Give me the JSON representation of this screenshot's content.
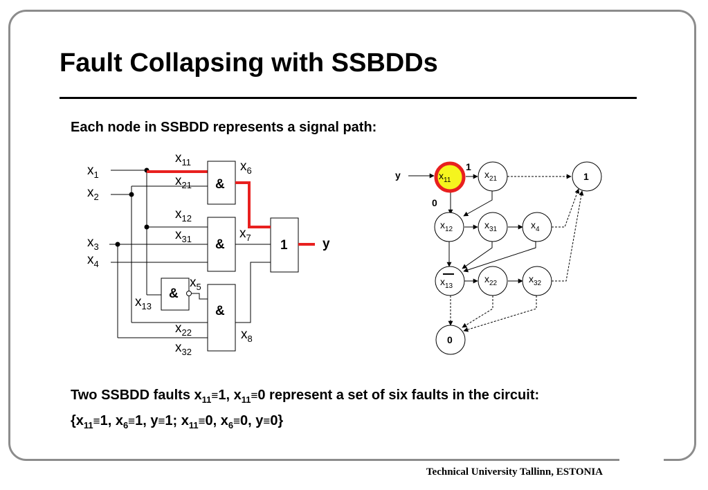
{
  "slide": {
    "title": "Fault Collapsing with SSBDDs",
    "subtitle": "Each node in SSBDD represents a signal path:",
    "footer_line1": {
      "pre": "Two SSBDD faults x",
      "s1": "11",
      "mid1": "1, x",
      "s2": "11",
      "mid2": "0 represent a set of six faults in the circuit:"
    },
    "footer_line2": {
      "open": "{x",
      "s1": "11",
      "t1": "1, x",
      "s2": "6",
      "t2": "1, y",
      "t3": "1; x",
      "s3": "11",
      "t4": "0, x",
      "s4": "6",
      "t5": "0, y",
      "t6": "0}"
    },
    "equiv_symbol": "≡",
    "institution": "Technical University Tallinn, ESTONIA"
  },
  "circuit": {
    "inputs": {
      "x1": {
        "base": "x",
        "sub": "1"
      },
      "x2": {
        "base": "x",
        "sub": "2"
      },
      "x3": {
        "base": "x",
        "sub": "3"
      },
      "x4": {
        "base": "x",
        "sub": "4"
      }
    },
    "branches": {
      "x11": {
        "base": "x",
        "sub": "11"
      },
      "x21": {
        "base": "x",
        "sub": "21"
      },
      "x12": {
        "base": "x",
        "sub": "12"
      },
      "x31": {
        "base": "x",
        "sub": "31"
      },
      "x13": {
        "base": "x",
        "sub": "13"
      },
      "x22": {
        "base": "x",
        "sub": "22"
      },
      "x32": {
        "base": "x",
        "sub": "32"
      }
    },
    "internal": {
      "x5": {
        "base": "x",
        "sub": "5"
      },
      "x6": {
        "base": "x",
        "sub": "6"
      },
      "x7": {
        "base": "x",
        "sub": "7"
      },
      "x8": {
        "base": "x",
        "sub": "8"
      }
    },
    "gates": {
      "and": "&",
      "or": "1"
    },
    "output": "y",
    "highlight_color": "#e8201f"
  },
  "ssbdd": {
    "root_label": "y",
    "nodes": {
      "x11": {
        "base": "x",
        "sub": "11"
      },
      "x21": {
        "base": "x",
        "sub": "21"
      },
      "x12": {
        "base": "x",
        "sub": "12"
      },
      "x31": {
        "base": "x",
        "sub": "31"
      },
      "x4": {
        "base": "x",
        "sub": "4"
      },
      "x13": {
        "base": "x",
        "sub": "13"
      },
      "x22": {
        "base": "x",
        "sub": "22"
      },
      "x32": {
        "base": "x",
        "sub": "32"
      }
    },
    "terminals": {
      "one": "1",
      "zero": "0"
    },
    "edge_labels": {
      "one": "1",
      "zero": "0"
    },
    "highlight_fill": "#f5f51e",
    "highlight_ring": "#e8201f"
  }
}
